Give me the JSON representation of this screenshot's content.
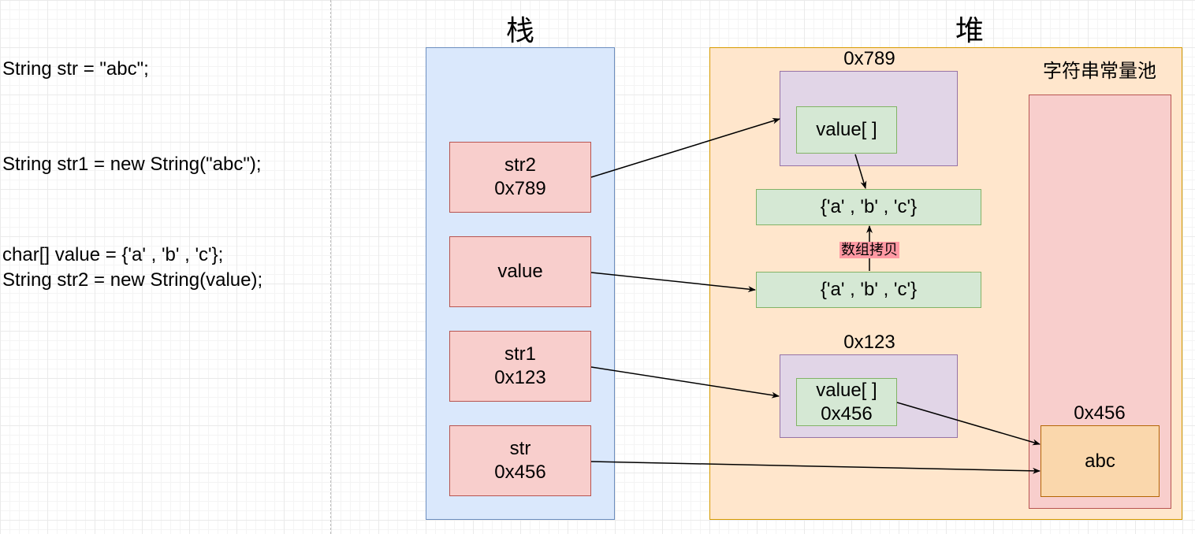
{
  "code": {
    "line1": "String str = \"abc\";",
    "line2": "String str1 = new String(\"abc\");",
    "line3": "char[] value = {'a' , 'b' , 'c'};",
    "line4": "String str2 = new String(value);"
  },
  "stack": {
    "title": "栈",
    "items": [
      {
        "name": "str2",
        "addr": "0x789"
      },
      {
        "name": "value",
        "addr": ""
      },
      {
        "name": "str1",
        "addr": "0x123"
      },
      {
        "name": "str",
        "addr": "0x456"
      }
    ]
  },
  "heap": {
    "title": "堆",
    "obj_789": {
      "addr": "0x789",
      "field": "value[ ]"
    },
    "array_copy": "{'a' , 'b' , 'c'}",
    "copy_label": "数组拷贝",
    "array_orig": "{'a' , 'b' , 'c'}",
    "obj_123": {
      "addr": "0x123",
      "field": "value[ ]",
      "field_addr": "0x456"
    }
  },
  "pool": {
    "title": "字符串常量池",
    "entry_addr": "0x456",
    "entry_value": "abc"
  },
  "colors": {
    "stack_fill": "#dae8fc",
    "heap_fill": "#ffe6cc",
    "pool_fill": "#f8cecc",
    "object_fill": "#e1d5e7",
    "array_fill": "#d5e8d4",
    "string_fill": "#fad7ac",
    "copy_label_bg": "#ff99a3"
  }
}
